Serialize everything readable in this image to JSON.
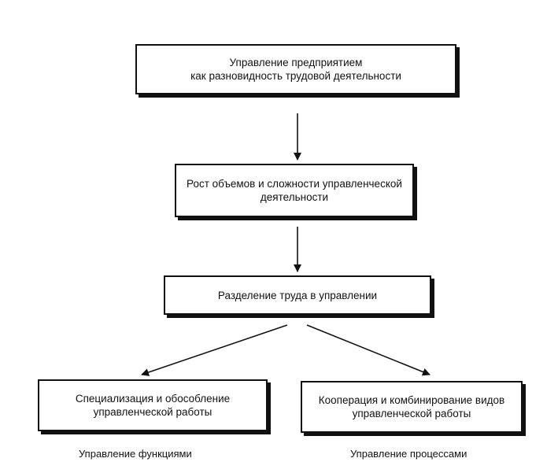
{
  "diagram": {
    "boxes": {
      "top": {
        "line1": "Управление предприятием",
        "line2": "как разновидность трудовой деятельности"
      },
      "growth": {
        "line1": "Рост объемов и сложности управленческой",
        "line2": "деятельности"
      },
      "division": {
        "line1": "Разделение труда в управлении"
      },
      "specialization": {
        "line1": "Специализация и обособление",
        "line2": "управленческой работы"
      },
      "cooperation": {
        "line1": "Кооперация и комбинирование видов",
        "line2": "управленческой работы"
      }
    },
    "captions": {
      "left": "Управление функциями",
      "right": "Управление процессами"
    }
  }
}
